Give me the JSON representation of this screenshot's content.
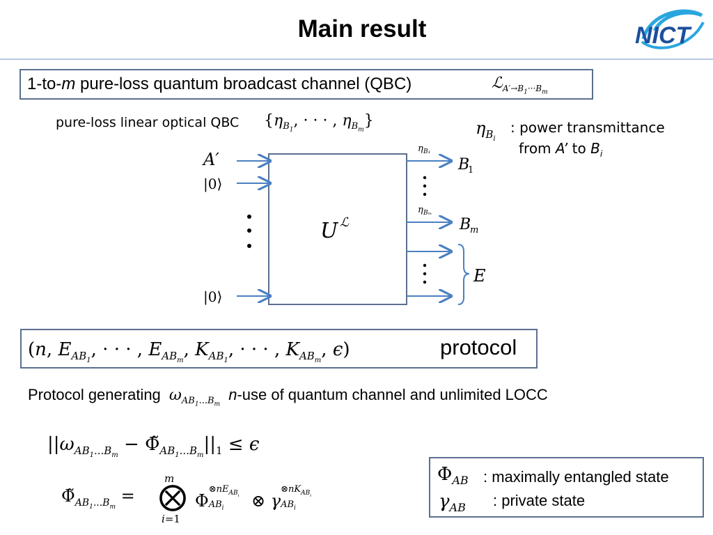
{
  "title": "Main result",
  "qbc": {
    "label_prefix": "1-to-",
    "label_m": "m",
    "label_rest": " pure-loss quantum broadcast channel (QBC)"
  },
  "linear": {
    "label": "pure-loss linear optical QBC"
  },
  "transmittance": {
    "desc_line1": ": power transmittance",
    "desc_line2_a": "from ",
    "desc_line2_A": "A’",
    "desc_line2_to": " to ",
    "desc_line2_B": "B",
    "desc_line2_i": "i"
  },
  "protocol": {
    "word": "protocol"
  },
  "generating": {
    "prefix": "Protocol generating",
    "n": "n",
    "suffix": "-use of quantum channel and unlimited LOCC"
  },
  "legend": {
    "phi_desc": ": maximally entangled state",
    "gamma_desc": ": private state"
  },
  "colors": {
    "box_border": "#5b6f8f",
    "arrow": "#4a7fc1",
    "title_rule": "#b7c7dc",
    "logo_blue": "#1c4f9c",
    "logo_cyan": "#2aa6df"
  }
}
